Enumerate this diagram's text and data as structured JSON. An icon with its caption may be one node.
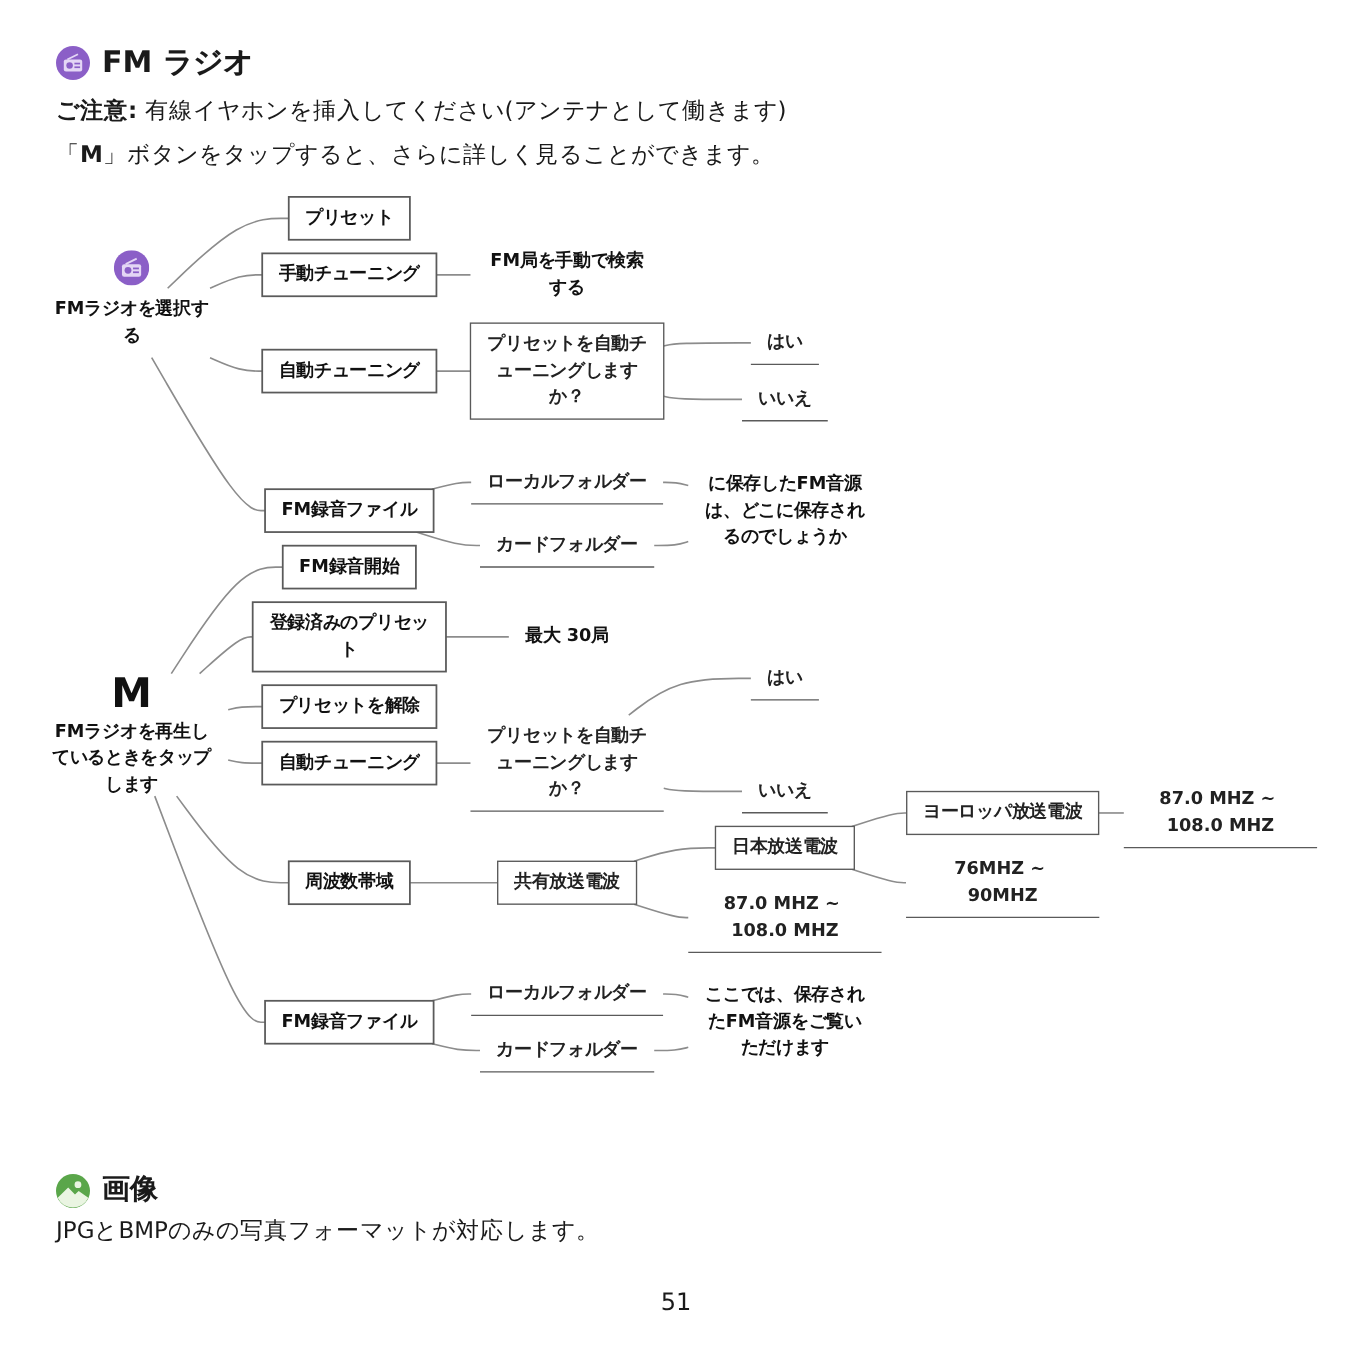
{
  "diagram": {
    "title": "FM ラジオ",
    "nodes": [
      {
        "text": [
          "FMラジオを選択する"
        ]
      },
      {
        "text": [
          "プリセット"
        ]
      },
      {
        "text": [
          "手動チューニング"
        ]
      },
      {
        "text": [
          "FM局を手動で検索する"
        ]
      },
      {
        "text": [
          "自動チューニング"
        ]
      },
      {
        "text": [
          "プリセットを自動チューニングしますか？"
        ]
      },
      {
        "text": [
          "はい"
        ]
      },
      {
        "text": [
          "いいえ"
        ]
      },
      {
        "text": [
          "FM録音ファイル"
        ]
      },
      {
        "text": [
          "ローカルフォルダー"
        ]
      },
      {
        "text": [
          "カードフォルダー"
        ]
      },
      {
        "text": [
          "に保存したFM音源は、どこに保存されるのでしょうか"
        ]
      },
      {
        "text": [
          "M",
          "FMラジオを再生しているときをタップします"
        ]
      },
      {
        "text": [
          "FM録音開始"
        ]
      },
      {
        "text": [
          "登録済みのプリセット"
        ]
      },
      {
        "text": [
          "最大 30局"
        ]
      },
      {
        "text": [
          "プリセットを解除"
        ]
      },
      {
        "text": [
          "自動チューニング"
        ]
      },
      {
        "text": [
          "プリセットを自動チューニングしますか？"
        ]
      },
      {
        "text": [
          "はい"
        ]
      },
      {
        "text": [
          "いいえ"
        ]
      },
      {
        "text": [
          "周波数帯域"
        ]
      },
      {
        "text": [
          "共有放送電波"
        ]
      },
      {
        "text": [
          "日本放送電波"
        ]
      },
      {
        "text": [
          "ヨーロッパ放送電波"
        ]
      },
      {
        "text": [
          "87.0 MHZ ~ 108.0 MHZ"
        ]
      },
      {
        "text": [
          "87.0 MHZ ~ 108.0 MHZ"
        ]
      },
      {
        "text": [
          "76MHZ ~ 90MHZ"
        ]
      },
      {
        "text": [
          "FM録音ファイル"
        ]
      },
      {
        "text": [
          "ローカルフォルダー"
        ]
      },
      {
        "text": [
          "カードフォルダー"
        ]
      },
      {
        "text": [
          "ここでは、保存されたFM音源をご覧いただけます"
        ]
      }
    ],
    "edges": [
      {
        "from": 0,
        "to": 1,
        "arrow": "none"
      },
      {
        "from": 0,
        "to": 2,
        "arrow": "none"
      },
      {
        "from": 2,
        "to": 3,
        "arrow": "none"
      },
      {
        "from": 0,
        "to": 4,
        "arrow": "none"
      },
      {
        "from": 4,
        "to": 5,
        "arrow": "none"
      },
      {
        "from": 5,
        "to": 6,
        "arrow": "none"
      },
      {
        "from": 5,
        "to": 7,
        "arrow": "none"
      },
      {
        "from": 0,
        "to": 8,
        "arrow": "none"
      },
      {
        "from": 8,
        "to": 9,
        "arrow": "none"
      },
      {
        "from": 8,
        "to": 10,
        "arrow": "none"
      },
      {
        "from": 9,
        "to": 11,
        "arrow": "none"
      },
      {
        "from": 10,
        "to": 11,
        "arrow": "none"
      },
      {
        "from": 12,
        "to": 13,
        "arrow": "none"
      },
      {
        "from": 12,
        "to": 14,
        "arrow": "none"
      },
      {
        "from": 14,
        "to": 15,
        "arrow": "none"
      },
      {
        "from": 12,
        "to": 16,
        "arrow": "none"
      },
      {
        "from": 12,
        "to": 17,
        "arrow": "none"
      },
      {
        "from": 17,
        "to": 18,
        "arrow": "none"
      },
      {
        "from": 18,
        "to": 19,
        "arrow": "none"
      },
      {
        "from": 18,
        "to": 20,
        "arrow": "none"
      },
      {
        "from": 12,
        "to": 21,
        "arrow": "none"
      },
      {
        "from": 21,
        "to": 22,
        "arrow": "none"
      },
      {
        "from": 22,
        "to": 23,
        "arrow": "none"
      },
      {
        "from": 23,
        "to": 24,
        "arrow": "none"
      },
      {
        "from": 22,
        "to": 25,
        "arrow": "none"
      },
      {
        "from": 24,
        "to": 26,
        "arrow": "none"
      },
      {
        "from": 23,
        "to": 27,
        "arrow": "none"
      },
      {
        "from": 12,
        "to": 28,
        "arrow": "none"
      },
      {
        "from": 28,
        "to": 29,
        "arrow": "none"
      },
      {
        "from": 28,
        "to": 30,
        "arrow": "none"
      },
      {
        "from": 29,
        "to": 31,
        "arrow": "none"
      },
      {
        "from": 30,
        "to": 31,
        "arrow": "none"
      }
    ],
    "labels": [
      "**ご注意:** 有線イヤホンを挿入してください(アンテナとして働きます)",
      "「**M**」ボタンをタップすると、さらに詳しく見ることができます。",
      "画像",
      "JPGとBMPのみの写真フォーマットが対応します。",
      "51"
    ]
  }
}
